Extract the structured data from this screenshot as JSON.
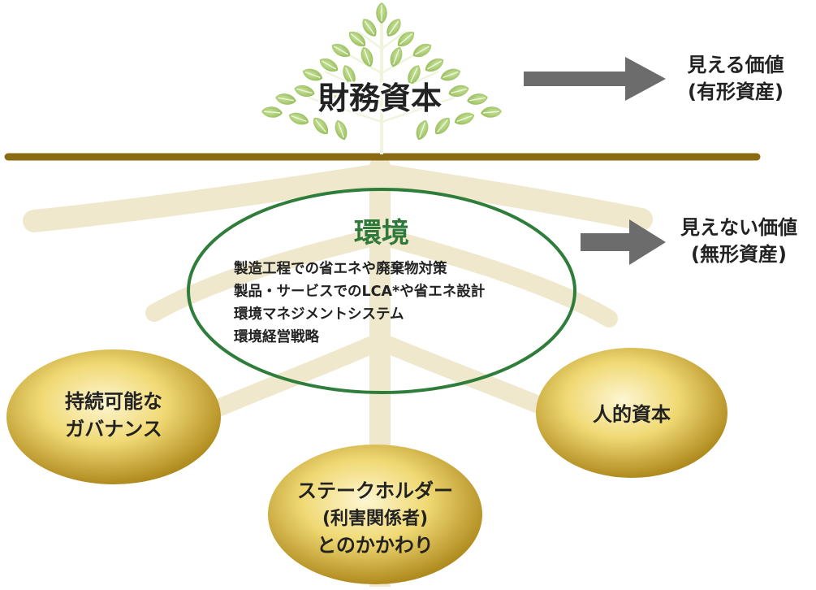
{
  "financial_capital": {
    "label": "財務資本"
  },
  "visible_value": {
    "line1": "見える価値",
    "line2": "(有形資産)"
  },
  "invisible_value": {
    "line1": "見えない価値",
    "line2": "(無形資産)"
  },
  "environment": {
    "title": "環境",
    "items": [
      "製造工程での省エネや廃棄物対策",
      "製品・サービスでのLCA*や省エネ設計",
      "環境マネジメントシステム",
      "環境経営戦略"
    ]
  },
  "governance": {
    "line1": "持続可能な",
    "line2": "ガバナンス"
  },
  "human_capital": {
    "label": "人的資本"
  },
  "stakeholder": {
    "line1": "ステークホルダー",
    "line2": "(利害関係者)",
    "line3": "とのかかわり"
  },
  "colors": {
    "root": "#efe8cc",
    "ground": "#8a6a12",
    "leaf": "#a6c96a",
    "leaf_vein": "#eef5dc",
    "ellipse_border": "#2e7d3a",
    "gold_light": "#fbf2c4",
    "gold_dark": "#a57e10",
    "arrow": "#6c6c6c",
    "title_green": "#2f7a3a"
  }
}
